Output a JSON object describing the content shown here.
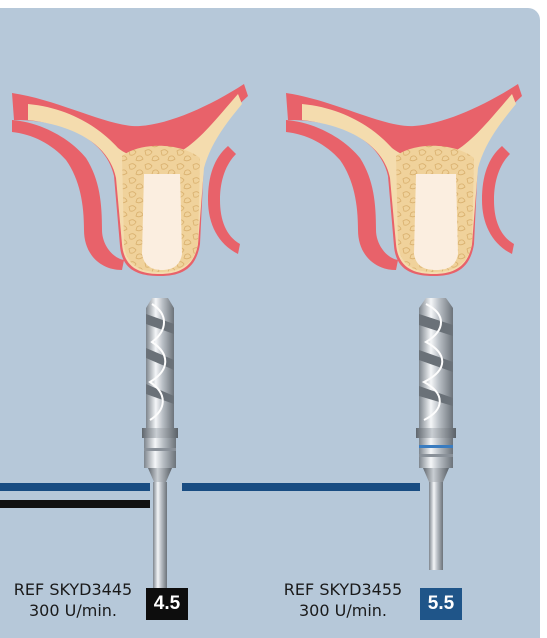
{
  "drills": [
    {
      "ref_line": "REF SKYD3445",
      "speed_line": "300 U/min.",
      "size": "4.5",
      "badge_color": "#0d0d0d"
    },
    {
      "ref_line": "REF SKYD3455",
      "speed_line": "300 U/min.",
      "size": "5.5",
      "badge_color": "#1f5589"
    }
  ],
  "colors": {
    "panel_bg": "#b6c8d9",
    "gum": "#e8626a",
    "bone": "#f1d7a7",
    "socket": "#fbeee0",
    "line_blue": "#184c82",
    "line_black": "#111111"
  },
  "icons": [
    "bone-cross-section-icon",
    "drill-bit-icon"
  ]
}
